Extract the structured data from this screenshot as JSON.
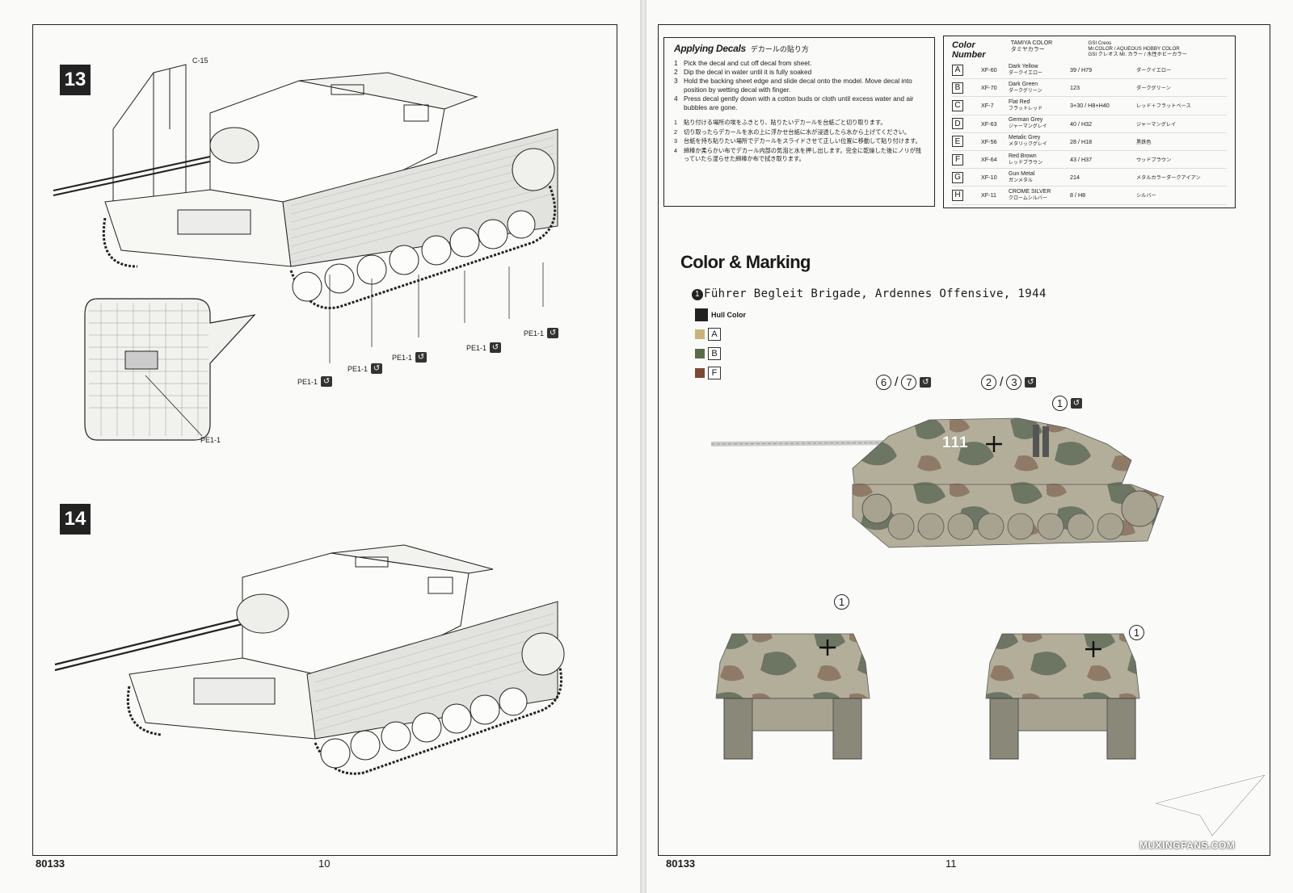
{
  "left_page": {
    "step13": "13",
    "step14": "14",
    "part_c15": "C-15",
    "pe_labels": [
      "PE1-1",
      "PE1-1",
      "PE1-1",
      "PE1-1",
      "PE1-1"
    ],
    "pe_detail": "PE1-1",
    "code": "80133",
    "page_number": "10"
  },
  "right_page": {
    "code": "80133",
    "page_number": "11",
    "decals": {
      "title_en": "Applying Decals",
      "title_jp": "デカールの貼り方",
      "steps_en": [
        {
          "n": "1",
          "text": "Pick the decal and cut off decal from sheet."
        },
        {
          "n": "2",
          "text": "Dip the decal in water until it is fully soaked"
        },
        {
          "n": "3",
          "text": "Hold the backing sheet edge and slide decal onto the model. Move decal into position by wetting decal with finger."
        },
        {
          "n": "4",
          "text": "Press decal gently down with a cotton buds or cloth until excess water and air bubbles are gone."
        }
      ],
      "steps_jp": [
        {
          "n": "1",
          "text": "貼り付ける場所の埃をふきとり、貼りたいデカールを台紙ごと切り取ります。"
        },
        {
          "n": "2",
          "text": "切り取ったらデカールを水の上に浮かせ台紙に水が浸透したら水から上げてください。"
        },
        {
          "n": "3",
          "text": "台紙を持ち貼りたい場所でデカールをスライドさせて正しい位置に移動して貼り付けます。"
        },
        {
          "n": "4",
          "text": "綿棒か柔らかい布でデカール内部の気泡と水を押し出します。完全に乾燥した後にノリが残っていたら湿らせた綿棒か布で拭き取ります。"
        }
      ]
    },
    "color_number": {
      "title": "Color Number",
      "tamiya": "TAMIYA COLOR",
      "tamiya_jp": "タミヤカラー",
      "gsi": "GSI Creos",
      "gsi_line2": "Mr.COLOR / AQUEOUS HOBBY COLOR",
      "gsi_jp": "GSI クレオス Mr. カラー / 水性ホビーカラー",
      "rows": [
        {
          "letter": "A",
          "code": "XF-60",
          "name": "Dark Yellow",
          "name_jp": "ダークイエロー",
          "gsi": "39 / H79",
          "gsi_jp": "ダークイエロー"
        },
        {
          "letter": "B",
          "code": "XF-70",
          "name": "Dark Green",
          "name_jp": "ダークグリーン",
          "gsi": "123",
          "gsi_jp": "ダークグリーン"
        },
        {
          "letter": "C",
          "code": "XF-7",
          "name": "Flat Red",
          "name_jp": "フラットレッド",
          "gsi": "3+30 / H8+H40",
          "gsi_jp": "レッド＋フラットベース"
        },
        {
          "letter": "D",
          "code": "XF-63",
          "name": "German Grey",
          "name_jp": "ジャーマングレイ",
          "gsi": "40 / H32",
          "gsi_jp": "ジャーマングレイ"
        },
        {
          "letter": "E",
          "code": "XF-56",
          "name": "Metalic Grey",
          "name_jp": "メタリックグレイ",
          "gsi": "28 / H18",
          "gsi_jp": "黒鉄色"
        },
        {
          "letter": "F",
          "code": "XF-64",
          "name": "Red Brown",
          "name_jp": "レッドブラウン",
          "gsi": "43 / H37",
          "gsi_jp": "ウッドブラウン"
        },
        {
          "letter": "G",
          "code": "XF-10",
          "name": "Gun Metal",
          "name_jp": "ガンメタル",
          "gsi": "214",
          "gsi_jp": "メタルカラーダークアイアン"
        },
        {
          "letter": "H",
          "code": "XF-11",
          "name": "CROME SILVER",
          "name_jp": "クロームシルバー",
          "gsi": "8 / H8",
          "gsi_jp": "シルバー"
        }
      ]
    },
    "marking": {
      "title": "Color & Marking",
      "scheme_num": "1",
      "scheme_name": "Führer Begleit Brigade, Ardennes Offensive, 1944",
      "hull_color": "Hull Color",
      "hull_letters": [
        "A",
        "B",
        "F"
      ],
      "hull_swatches": [
        "#c9b37a",
        "#5b6b4a",
        "#7a4a34"
      ],
      "callout_67_a": "6",
      "callout_67_b": "7",
      "callout_23_a": "2",
      "callout_23_b": "3",
      "callout_1": "1",
      "tank_number": "111"
    },
    "watermark": "MUXINGFANS.COM"
  }
}
